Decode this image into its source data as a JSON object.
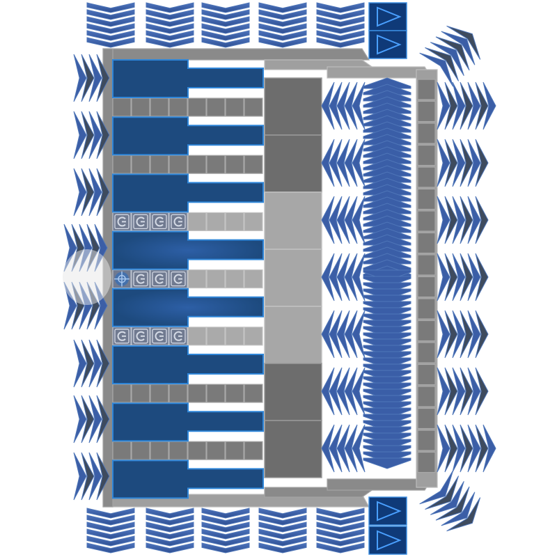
{
  "board": {
    "module_rows": 8,
    "bays": 7,
    "bay_shades": [
      "dark",
      "dark",
      "light",
      "light",
      "light",
      "dark",
      "dark"
    ],
    "icon_rows": [
      {
        "row": 2,
        "icons": [
          "power-icon",
          "power-icon",
          "power-icon",
          "power-icon"
        ]
      },
      {
        "row": 3,
        "icons": [
          "crosshair-icon",
          "power-icon",
          "power-icon",
          "power-icon"
        ]
      },
      {
        "row": 4,
        "icons": [
          "power-icon",
          "power-icon",
          "power-icon",
          "power-icon"
        ]
      }
    ],
    "selected_cell": {
      "row": 3,
      "col": 0
    }
  },
  "controls": {
    "play_buttons": [
      "play-icon",
      "play-icon",
      "play-icon",
      "play-icon"
    ]
  },
  "colors": {
    "module_fill": "#1d4a7e",
    "module_highlight": "#2a62a8",
    "module_border": "#2f86d9",
    "chevron_fill": "#3b5ea6",
    "chevron_dark": "#3e4b5e",
    "frame_gray": "#8a8a8a",
    "background": "#ffffff"
  }
}
